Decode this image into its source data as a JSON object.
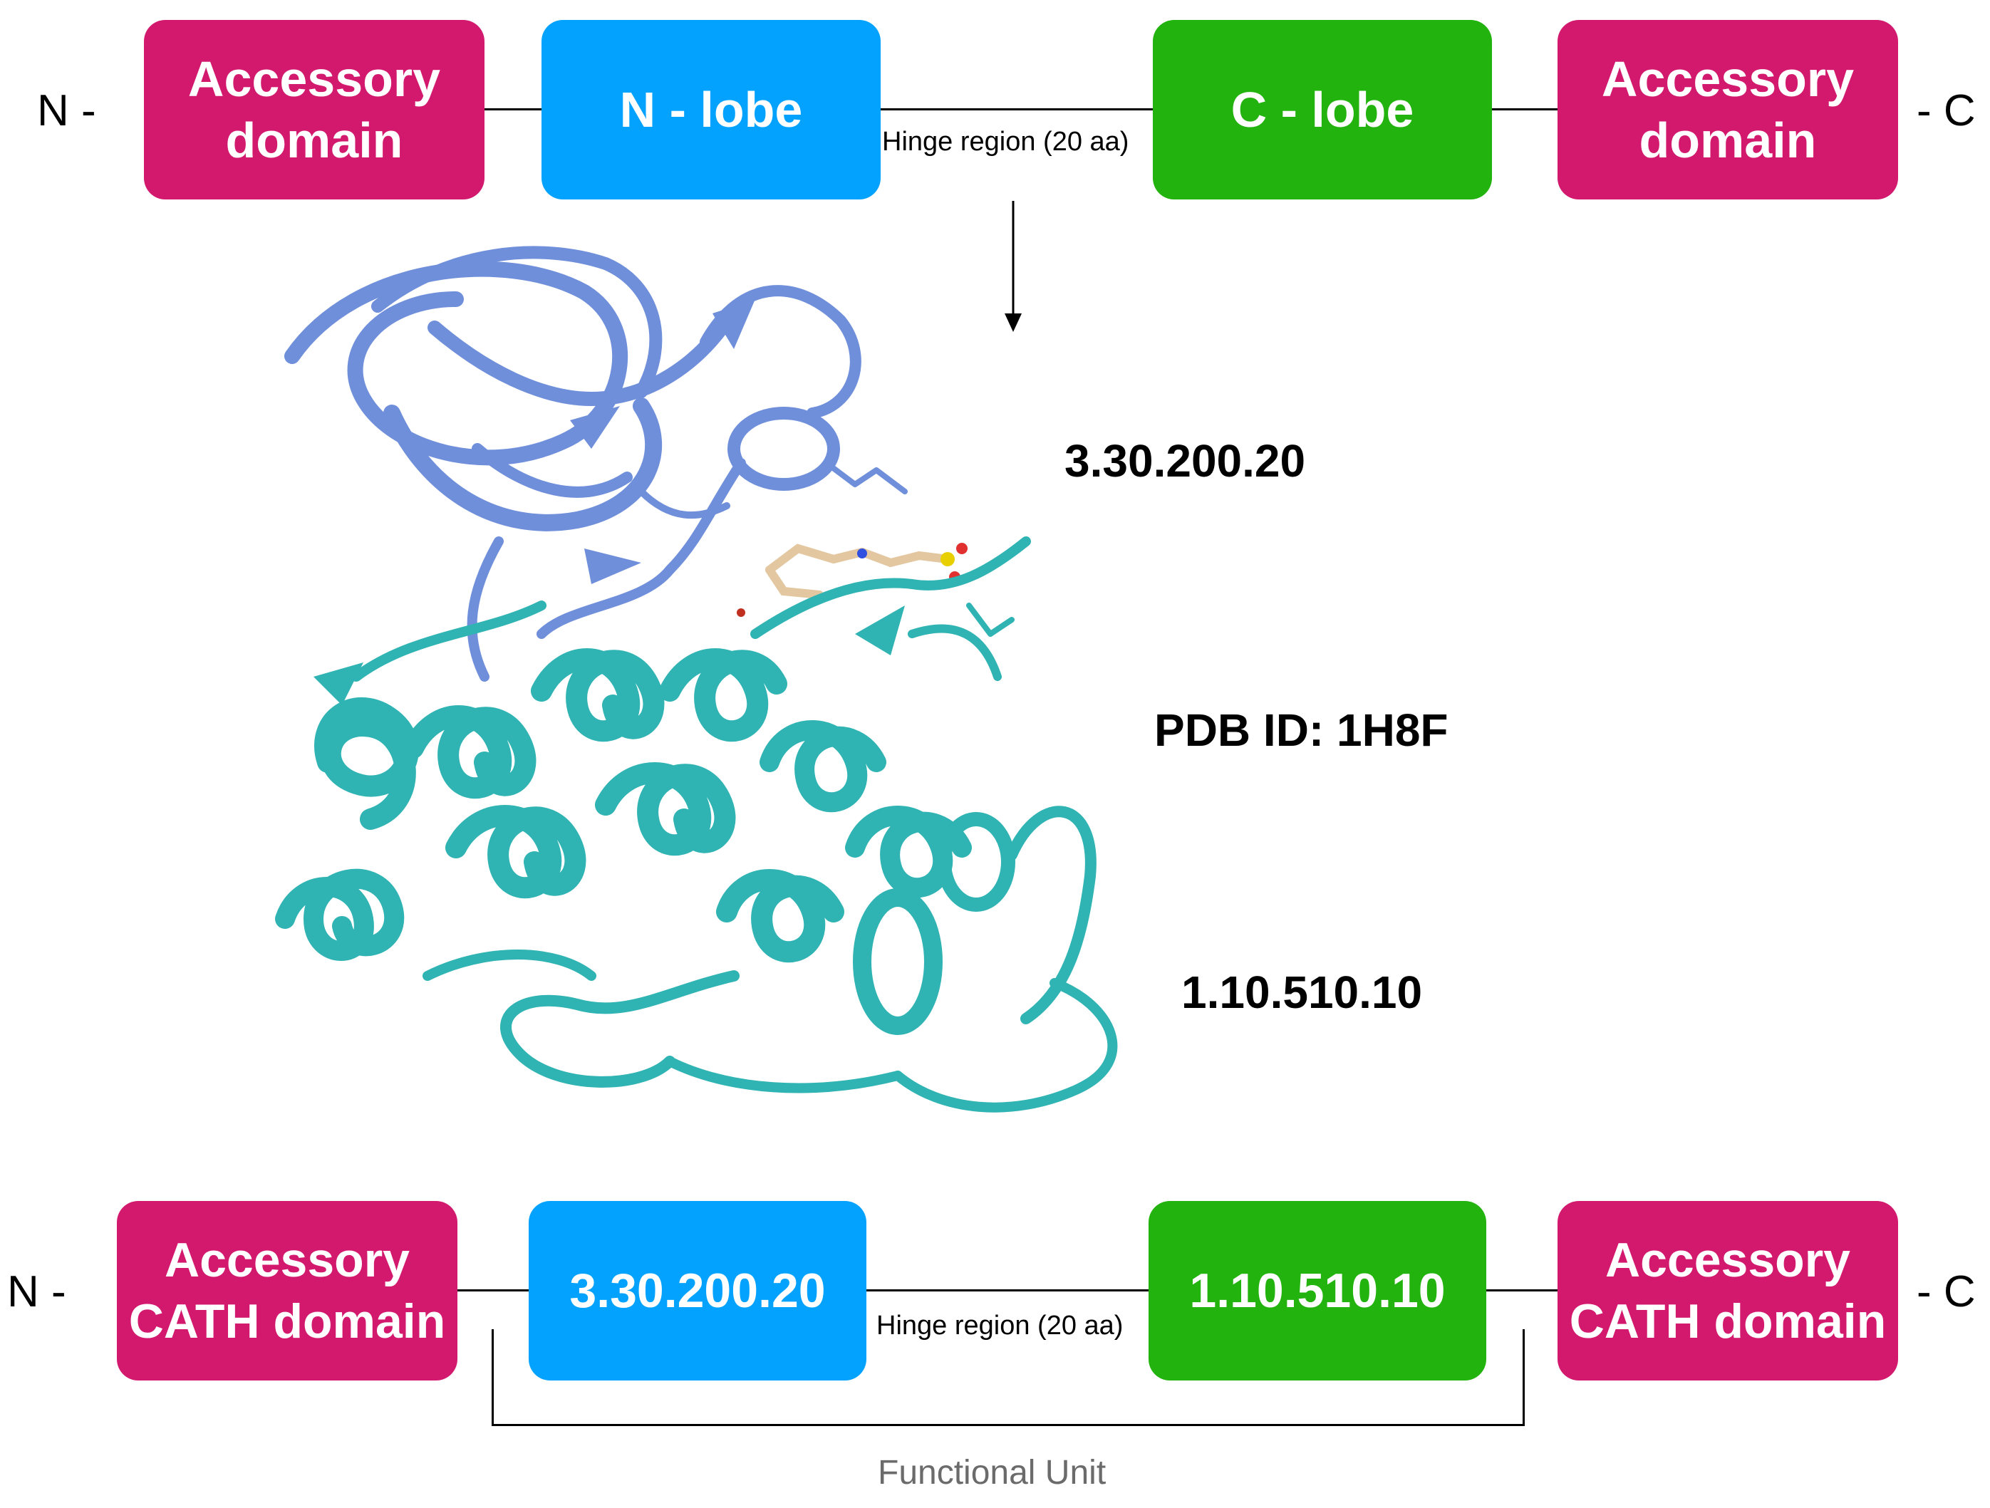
{
  "top_row": {
    "n_terminus": "N -",
    "c_terminus": "- C",
    "accessory_left": {
      "line1": "Accessory",
      "line2": "domain"
    },
    "n_lobe": "N - lobe",
    "hinge": "Hinge region (20 aa)",
    "c_lobe": "C - lobe",
    "accessory_right": {
      "line1": "Accessory",
      "line2": "domain"
    }
  },
  "structure": {
    "n_lobe_cath": "3.30.200.20",
    "pdb_id": "PDB ID: 1H8F",
    "c_lobe_cath": "1.10.510.10",
    "colors": {
      "n_lobe": "#6f8fdb",
      "c_lobe": "#2fb3b3",
      "ligand": "#e3c7a0"
    }
  },
  "bottom_row": {
    "n_terminus": "N -",
    "c_terminus": "- C",
    "accessory_left": {
      "line1": "Accessory",
      "line2": "CATH domain"
    },
    "domain_n": "3.30.200.20",
    "hinge": "Hinge region (20 aa)",
    "domain_c": "1.10.510.10",
    "accessory_right": {
      "line1": "Accessory",
      "line2": "CATH domain"
    },
    "functional_unit": "Functional Unit"
  },
  "colors": {
    "accessory": "#d2196e",
    "n_domain": "#03a2ff",
    "c_domain": "#22b30e"
  }
}
